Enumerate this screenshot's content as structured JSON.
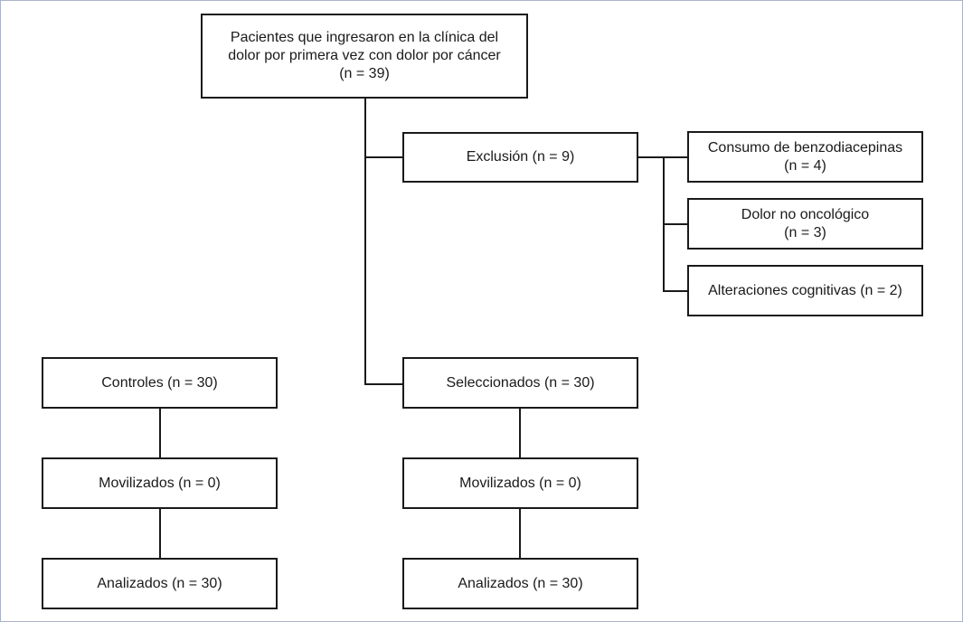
{
  "diagram": {
    "root": {
      "line1": "Pacientes que ingresaron en la clínica del",
      "line2": "dolor por primera vez con dolor por cáncer",
      "line3": "(n = 39)"
    },
    "exclusion": {
      "label": "Exclusión (n = 9)"
    },
    "reasons": [
      {
        "line1": "Consumo de benzodiacepinas",
        "line2": "(n = 4)"
      },
      {
        "line1": "Dolor no oncológico",
        "line2": "(n = 3)"
      },
      {
        "line1": "Alteraciones cognitivas (n = 2)"
      }
    ],
    "controls": {
      "group": "Controles (n = 30)",
      "mobilized": "Movilizados (n = 0)",
      "analyzed": "Analizados (n = 30)"
    },
    "selected": {
      "group": "Seleccionados (n = 30)",
      "mobilized": "Movilizados (n = 0)",
      "analyzed": "Analizados (n = 30)"
    }
  }
}
